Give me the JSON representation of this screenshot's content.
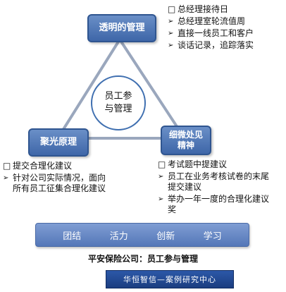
{
  "nodes": {
    "top": "透明的管理",
    "left": "聚光原理",
    "right_line1": "细微处见",
    "right_line2": "精神"
  },
  "center": {
    "line1": "员工参",
    "line2": "与管理"
  },
  "lists": {
    "top": [
      {
        "marker": "square",
        "text": "总经理接待日"
      },
      {
        "marker": "arrow",
        "text": "总经理室轮流值周"
      },
      {
        "marker": "arrow",
        "text": "直接一线员工和客户"
      },
      {
        "marker": "arrow",
        "text": "谈话记录，追踪落实"
      }
    ],
    "left": [
      {
        "marker": "square",
        "text": "提交合理化建议"
      },
      {
        "marker": "arrow",
        "text": "针对公司实际情况，面向所有员工征集合理化建议"
      }
    ],
    "right": [
      {
        "marker": "square",
        "text": "考试题中提建议"
      },
      {
        "marker": "arrow",
        "text": "员工在业务考核试卷的末尾提交建议"
      },
      {
        "marker": "arrow",
        "text": "举办一年一度的合理化建议奖"
      }
    ]
  },
  "values": [
    "团结",
    "活力",
    "创新",
    "学习"
  ],
  "caption": "平安保险公司：员工参与管理",
  "footer": "华恒智信—案例研究中心",
  "colors": {
    "node_fill": "#4f75b5",
    "triangle_stroke": "#9aa7bd",
    "circle_stroke": "#3f6fb0",
    "footer_fill": "#1e4488"
  }
}
